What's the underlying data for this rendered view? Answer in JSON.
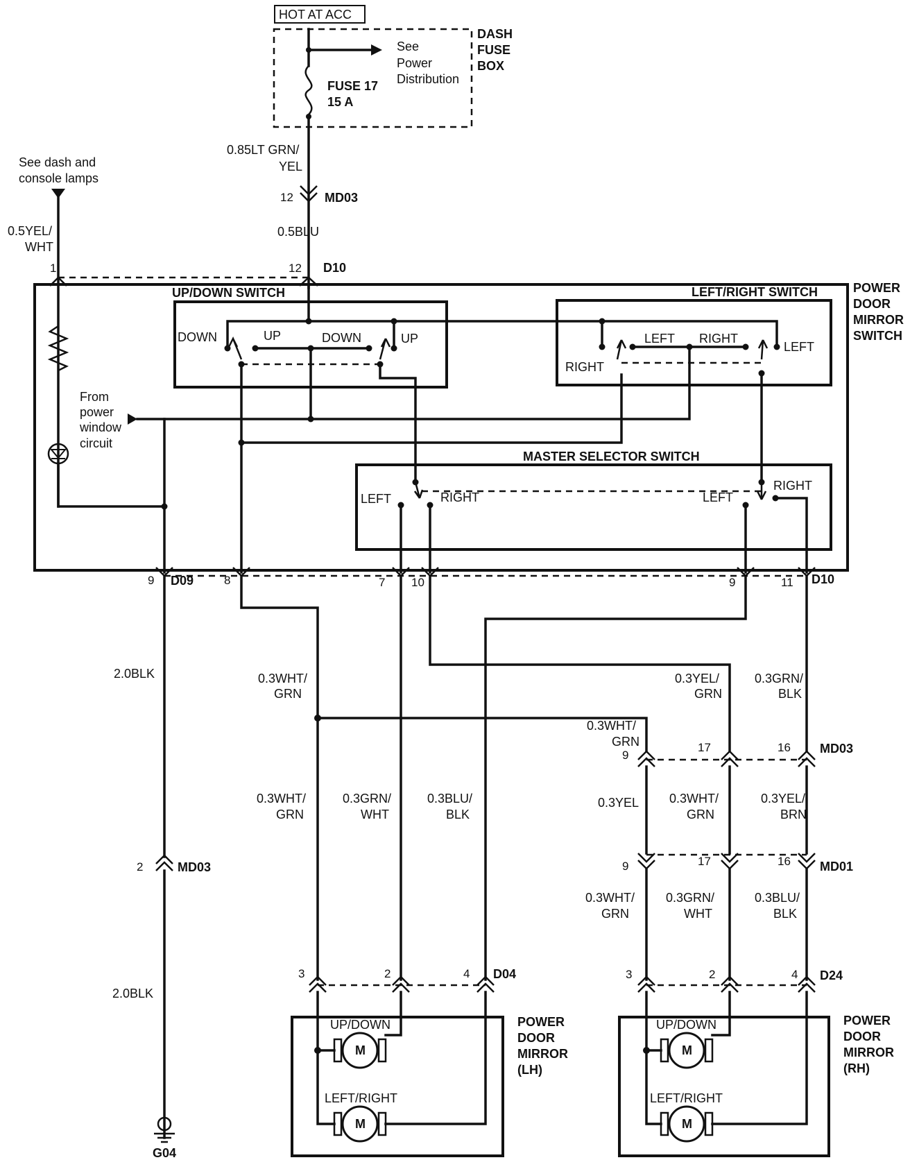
{
  "hot_at_acc": "HOT AT ACC",
  "fuse_box": {
    "line1": "DASH",
    "line2": "FUSE",
    "line3": "BOX"
  },
  "fuse": {
    "name": "FUSE 17",
    "rating": "15 A"
  },
  "see_power": {
    "line1": "See",
    "line2": "Power",
    "line3": "Distribution"
  },
  "wires": {
    "feed_top": {
      "line1": "0.85LT GRN/",
      "line2": "YEL"
    },
    "feed_blu": "0.5BLU",
    "lamp_feed": {
      "line1": "0.5YEL/",
      "line2": "WHT"
    },
    "ground_upper": "2.0BLK",
    "ground_lower": "2.0BLK",
    "lh_pin8": {
      "line1": "0.3WHT/",
      "line2": "GRN"
    },
    "rh_ygrn": {
      "line1": "0.3YEL/",
      "line2": "GRN"
    },
    "rh_grnblk": {
      "line1": "0.3GRN/",
      "line2": "BLK"
    },
    "rh_whtgrn_top": {
      "line1": "0.3WHT/",
      "line2": "GRN"
    },
    "lh_a": {
      "line1": "0.3WHT/",
      "line2": "GRN"
    },
    "lh_b": {
      "line1": "0.3GRN/",
      "line2": "WHT"
    },
    "lh_c": {
      "line1": "0.3BLU/",
      "line2": "BLK"
    },
    "rh_mid_a": "0.3YEL",
    "rh_mid_b": {
      "line1": "0.3WHT/",
      "line2": "GRN"
    },
    "rh_mid_c": {
      "line1": "0.3YEL/",
      "line2": "BRN"
    },
    "rh_low_a": {
      "line1": "0.3WHT/",
      "line2": "GRN"
    },
    "rh_low_b": {
      "line1": "0.3GRN/",
      "line2": "WHT"
    },
    "rh_low_c": {
      "line1": "0.3BLU/",
      "line2": "BLK"
    }
  },
  "lamps_note": {
    "line1": "See dash and",
    "line2": "console lamps"
  },
  "power_window": {
    "line1": "From",
    "line2": "power",
    "line3": "window",
    "line4": "circuit"
  },
  "switch_module": {
    "line1": "POWER",
    "line2": "DOOR",
    "line3": "MIRROR",
    "line4": "SWITCH"
  },
  "updown_switch": {
    "title": "UP/DOWN SWITCH",
    "down1": "DOWN",
    "up1": "UP",
    "down2": "DOWN",
    "up2": "UP"
  },
  "leftright_switch": {
    "title": "LEFT/RIGHT SWITCH",
    "left1": "LEFT",
    "right1": "RIGHT",
    "left2": "LEFT",
    "right2": "RIGHT"
  },
  "master_switch": {
    "title": "MASTER SELECTOR SWITCH",
    "left1": "LEFT",
    "right1": "RIGHT",
    "left2": "LEFT",
    "right2": "RIGHT"
  },
  "connectors": {
    "md03": "MD03",
    "d10": "D10",
    "d09": "D09",
    "md03_gnd": "MD03",
    "md03_rh": "MD03",
    "md01": "MD01",
    "d04": "D04",
    "d24": "D24",
    "g04": "G04"
  },
  "pins": {
    "md03_12": "12",
    "d10_12": "12",
    "d10_1": "1",
    "d09_9": "9",
    "d10_8": "8",
    "d10_7": "7",
    "d10_10": "10",
    "d10_9": "9",
    "d10_11": "11",
    "md03_2": "2",
    "md03_9": "9",
    "md03_17": "17",
    "md03_16": "16",
    "md01_9": "9",
    "md01_17": "17",
    "md01_16": "16",
    "d04_3": "3",
    "d04_2": "2",
    "d04_4": "4",
    "d24_3": "3",
    "d24_2": "2",
    "d24_4": "4"
  },
  "mirror_lh": {
    "line1": "POWER",
    "line2": "DOOR",
    "line3": "MIRROR",
    "line4": "(LH)",
    "updown": "UP/DOWN",
    "leftright": "LEFT/RIGHT",
    "motor": "M"
  },
  "mirror_rh": {
    "line1": "POWER",
    "line2": "DOOR",
    "line3": "MIRROR",
    "line4": "(RH)",
    "updown": "UP/DOWN",
    "leftright": "LEFT/RIGHT",
    "motor": "M"
  }
}
